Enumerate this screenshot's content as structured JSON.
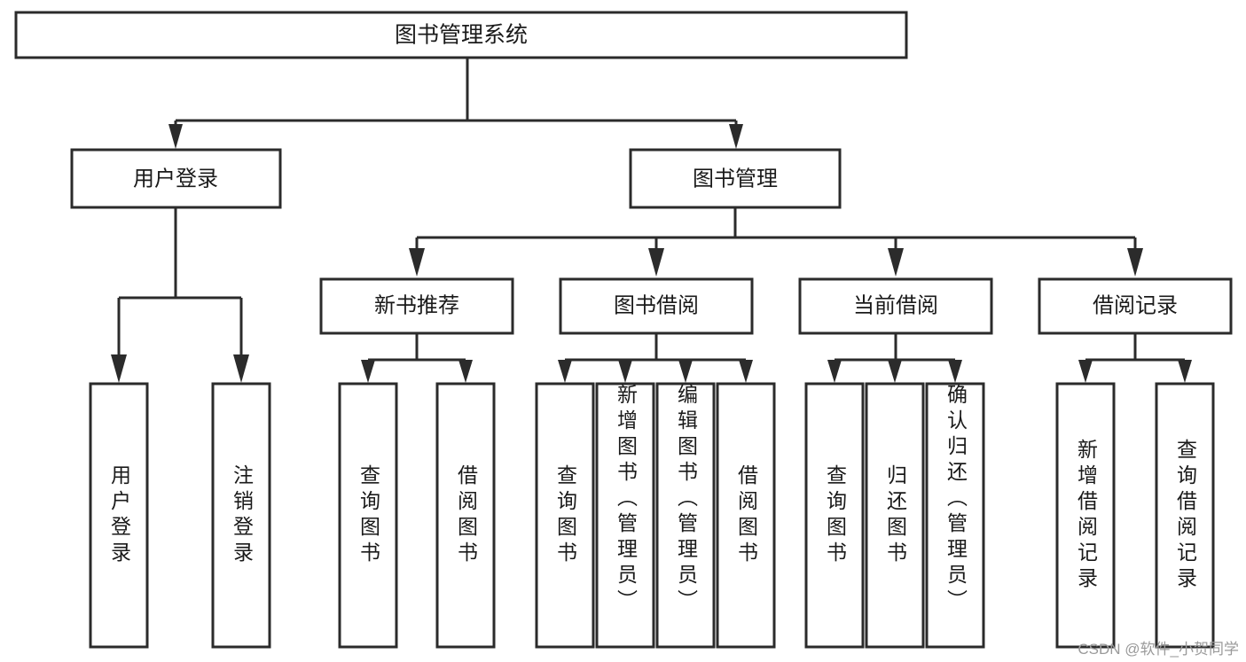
{
  "diagram": {
    "title": "图书管理系统",
    "type": "tree",
    "watermark": "CSDN @软件_小贺同学",
    "colors": {
      "stroke": "#2b2b2b",
      "box_fill": "#ffffff",
      "text": "#1a1a1a",
      "background": "#ffffff",
      "watermark": "#9a9a9a"
    },
    "levels": {
      "root": {
        "label": "图书管理系统"
      },
      "level2": [
        {
          "id": "user-login",
          "label": "用户登录"
        },
        {
          "id": "book-manage",
          "label": "图书管理"
        }
      ],
      "level3": [
        {
          "id": "new-book-rec",
          "label": "新书推荐"
        },
        {
          "id": "book-borrow",
          "label": "图书借阅"
        },
        {
          "id": "current-borrow",
          "label": "当前借阅"
        },
        {
          "id": "borrow-record",
          "label": "借阅记录"
        }
      ],
      "leaves": {
        "user-login": [
          {
            "id": "leaf-user-login",
            "label": "用户登录"
          },
          {
            "id": "leaf-logout",
            "label": "注销登录"
          }
        ],
        "new-book-rec": [
          {
            "id": "leaf-query-book-1",
            "label": "查询图书"
          },
          {
            "id": "leaf-borrow-book-1",
            "label": "借阅图书"
          }
        ],
        "book-borrow": [
          {
            "id": "leaf-query-book-2",
            "label": "查询图书"
          },
          {
            "id": "leaf-add-book",
            "label": "新增图书（管理员）"
          },
          {
            "id": "leaf-edit-book",
            "label": "编辑图书（管理员）"
          },
          {
            "id": "leaf-borrow-book-2",
            "label": "借阅图书"
          }
        ],
        "current-borrow": [
          {
            "id": "leaf-query-book-3",
            "label": "查询图书"
          },
          {
            "id": "leaf-return-book",
            "label": "归还图书"
          },
          {
            "id": "leaf-confirm-return",
            "label": "确认归还（管理员）"
          }
        ],
        "borrow-record": [
          {
            "id": "leaf-add-record",
            "label": "新增借阅记录"
          },
          {
            "id": "leaf-query-record",
            "label": "查询借阅记录"
          }
        ]
      }
    }
  }
}
